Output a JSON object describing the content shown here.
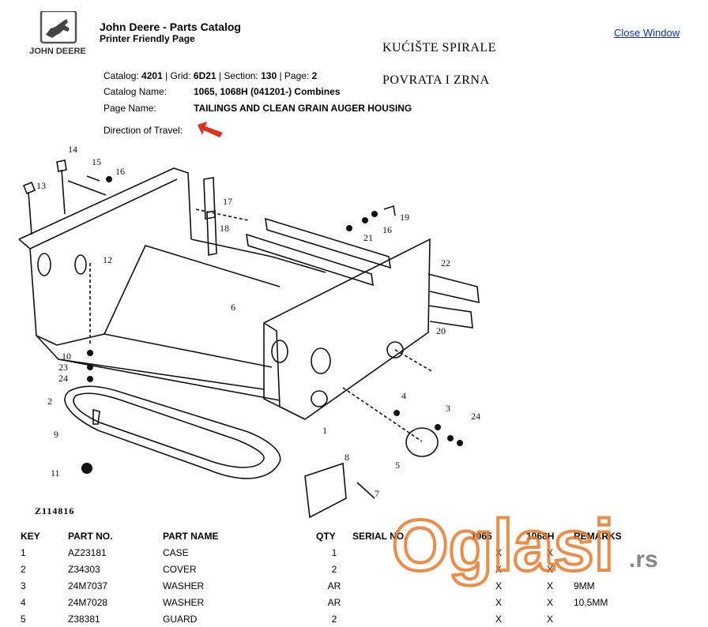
{
  "header": {
    "brand_text": "JOHN DEERE",
    "title": "John Deere - Parts Catalog",
    "subtitle": "Printer Friendly Page",
    "close_link": "Close Window"
  },
  "handwritten": {
    "line1": "KUĆIŠTE SPIRALE",
    "line2": "POVRATA I ZRNA"
  },
  "catalog": {
    "catalog_label": "Catalog:",
    "catalog_value": "4201",
    "grid_label": "Grid:",
    "grid_value": "6D21",
    "section_label": "Section:",
    "section_value": "130",
    "page_label": "Page:",
    "page_value": "2",
    "catalog_name_label": "Catalog Name:",
    "catalog_name_value": "1065, 1068H (041201-) Combines",
    "page_name_label": "Page Name:",
    "page_name_value": "TAILINGS AND CLEAN GRAIN AUGER HOUSING",
    "direction_label": "Direction of Travel:",
    "direction_arrow_color": "#e0301e"
  },
  "diagram": {
    "figure_id": "Z114816",
    "callouts": [
      "1",
      "2",
      "3",
      "4",
      "5",
      "6",
      "7",
      "8",
      "9",
      "10",
      "11",
      "12",
      "13",
      "14",
      "15",
      "16",
      "16",
      "17",
      "18",
      "19",
      "20",
      "21",
      "22",
      "23",
      "24",
      "24"
    ]
  },
  "table": {
    "headers": [
      "KEY",
      "PART NO.",
      "PART NAME",
      "QTY",
      "SERIAL NO.",
      "1065",
      "1068H",
      "REMARKS"
    ],
    "rows": [
      {
        "key": "1",
        "part": "AZ23181",
        "name": "CASE",
        "qty": "1",
        "serial": "",
        "a": "X",
        "b": "X",
        "rem": ""
      },
      {
        "key": "2",
        "part": "Z34303",
        "name": "COVER",
        "qty": "2",
        "serial": "",
        "a": "X",
        "b": "X",
        "rem": ""
      },
      {
        "key": "3",
        "part": "24M7037",
        "name": "WASHER",
        "qty": "AR",
        "serial": "",
        "a": "X",
        "b": "X",
        "rem": "9MM"
      },
      {
        "key": "4",
        "part": "24M7028",
        "name": "WASHER",
        "qty": "AR",
        "serial": "",
        "a": "X",
        "b": "X",
        "rem": "10,5MM"
      },
      {
        "key": "5",
        "part": "Z38381",
        "name": "GUARD",
        "qty": "2",
        "serial": "",
        "a": "X",
        "b": "X",
        "rem": ""
      }
    ]
  },
  "watermark": {
    "text": "Oglasi",
    "suffix": ".rs",
    "color": "#e8782a"
  }
}
